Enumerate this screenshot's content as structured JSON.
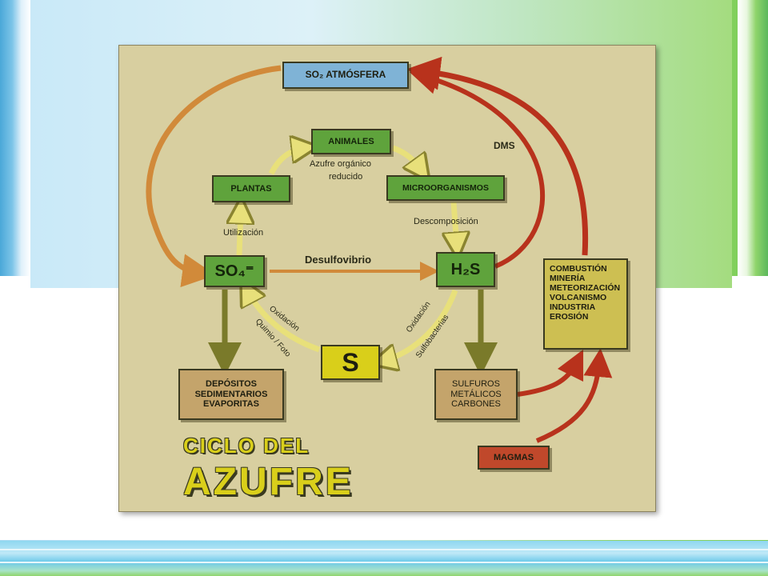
{
  "diagram": {
    "so2": "SO₂ ATMÓSFERA",
    "animales": "ANIMALES",
    "plantas": "PLANTAS",
    "microorganismos": "MICROORGANISMOS",
    "so4": "SO₄⁼",
    "h2s": "H₂S",
    "s": "S",
    "depositos": "DEPÓSITOS SEDIMENTARIOS EVAPORITAS",
    "sulfuros": "SULFUROS METÁLICOS CARBONES",
    "magmas": "MAGMAS",
    "fuentes": [
      "COMBUSTIÓN",
      "MINERÍA",
      "METEORIZACIÓN",
      "VOLCANISMO",
      "INDUSTRIA",
      "EROSIÓN"
    ],
    "labels": {
      "azufre_organico": "Azufre orgánico",
      "reducido": "reducido",
      "utilizacion": "Utilización",
      "descomposicion": "Descomposición",
      "desulfovibrio": "Desulfovibrio",
      "dms": "DMS",
      "oxidacion_left": "Oxidación",
      "quimio_foto": "Quimio / Foto",
      "oxidacion_right": "Oxidación",
      "sulfobacterias": "Sulfobacterias"
    },
    "title_line1": "CICLO DEL",
    "title_line2": "AZUFRE"
  },
  "colors": {
    "background": "#d8cfa0",
    "green_box": "#5fa33c",
    "so2_box": "#7fb3d6",
    "yellow_box": "#d9cf1a",
    "tan_box": "#c4a46b",
    "red_box": "#c0482b",
    "olive_box": "#cdbf52",
    "red_arrow": "#b8321c",
    "orange_arrow": "#d18a3a",
    "olive_arrow": "#7a7a2a"
  }
}
